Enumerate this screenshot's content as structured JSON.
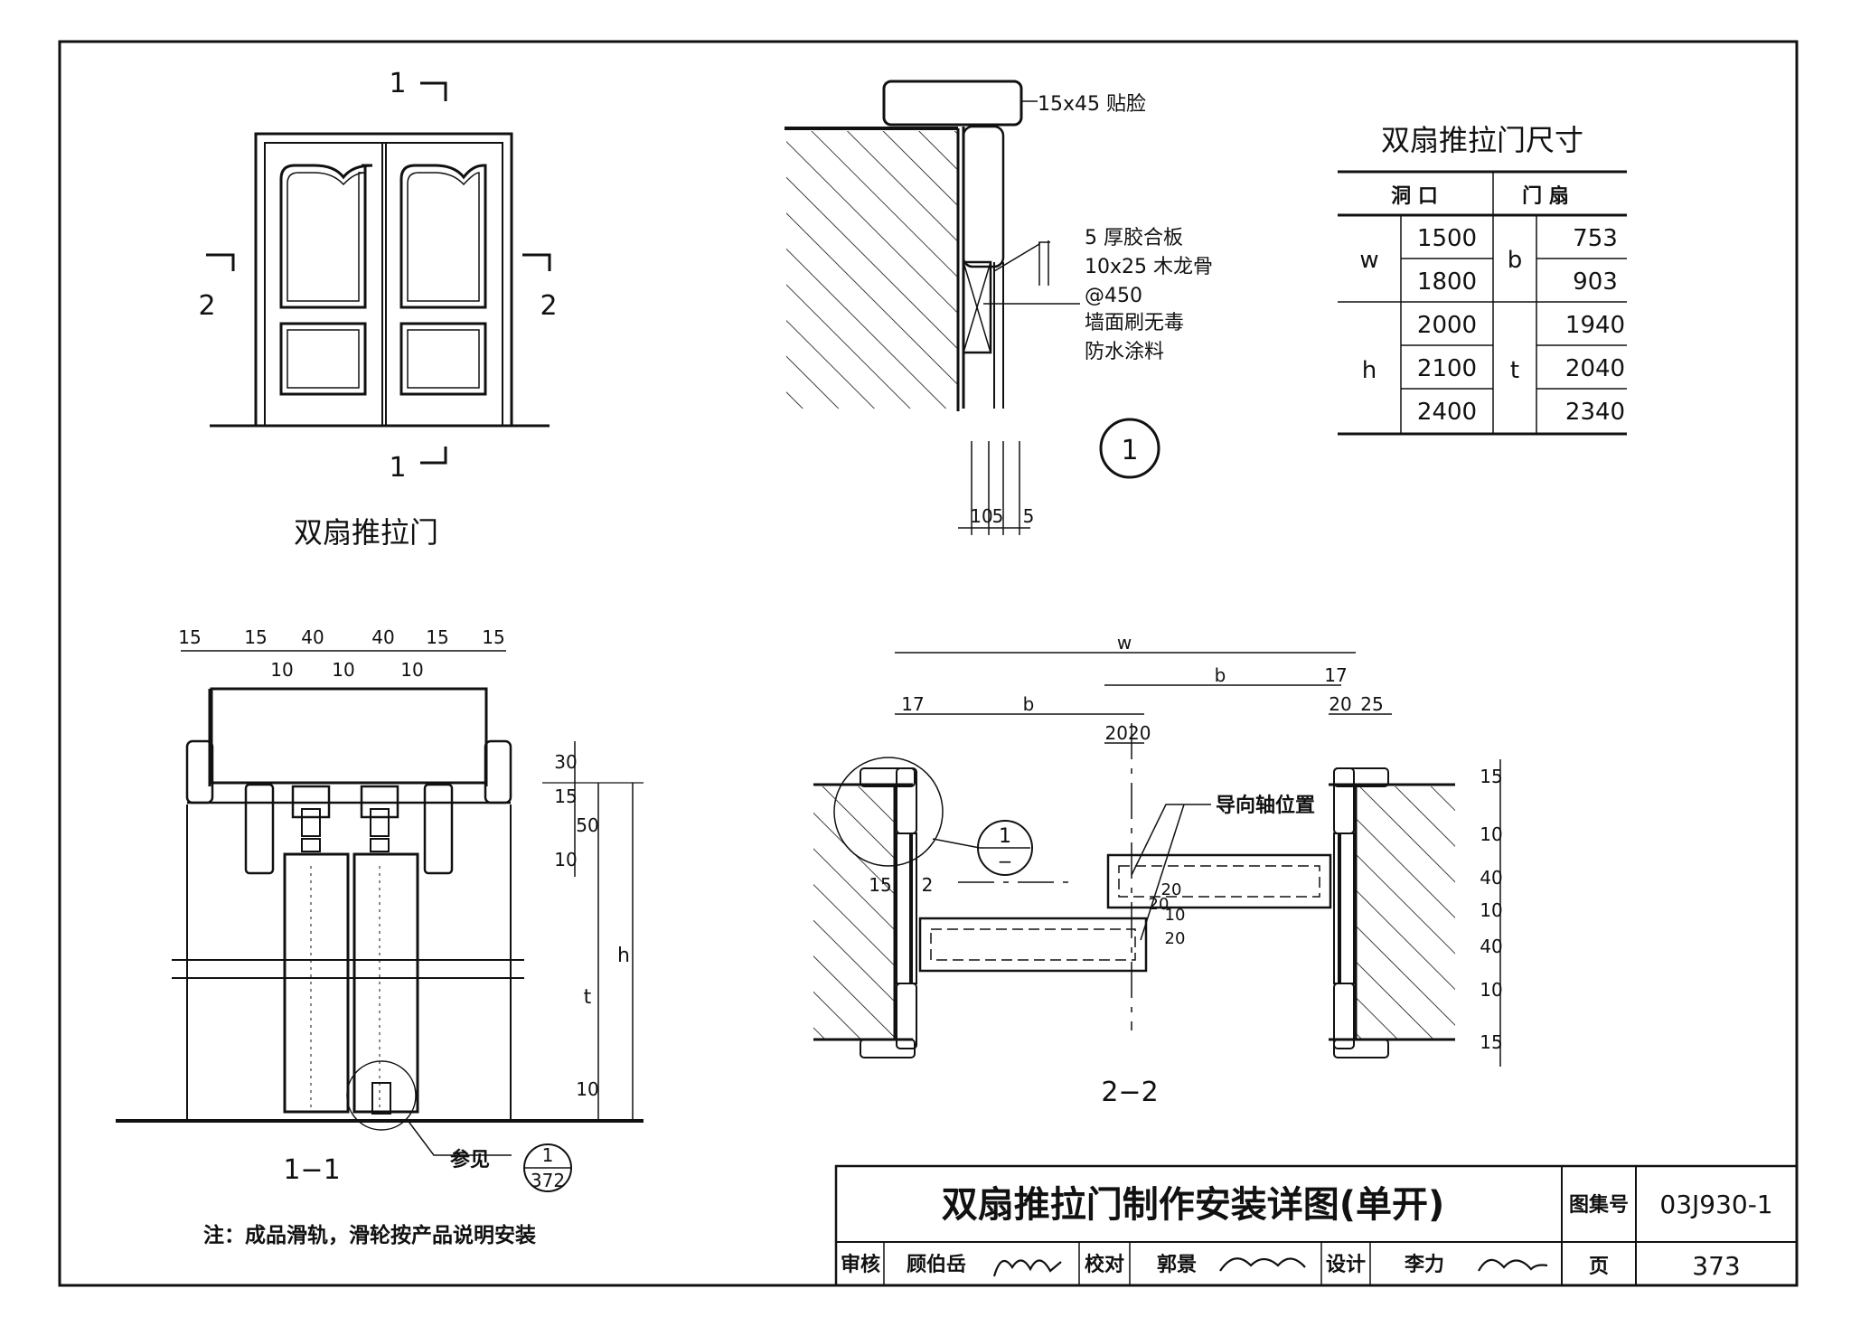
{
  "elevation": {
    "caption": "双扇推拉门",
    "section_mark_1_top": "1",
    "section_mark_1_bottom": "1",
    "section_mark_2_left": "2",
    "section_mark_2_right": "2"
  },
  "detail1": {
    "label_trim": "15x45 贴脸",
    "label_ply": "5 厚胶合板",
    "label_keel": "10x25 木龙骨",
    "label_keel_spacing": "@450",
    "label_paint_1": "墙面刷无毒",
    "label_paint_2": "防水涂料",
    "marker": "1",
    "dims": [
      "10",
      "5",
      "5"
    ]
  },
  "size_table": {
    "title": "双扇推拉门尺寸",
    "headers": [
      "洞 口",
      "门 扇"
    ],
    "rows": [
      {
        "sym": "w",
        "open": "1500",
        "lsym": "b",
        "leaf": "753"
      },
      {
        "sym": "",
        "open": "1800",
        "lsym": "",
        "leaf": "903"
      },
      {
        "sym": "h",
        "open": "2000",
        "lsym": "t",
        "leaf": "1940"
      },
      {
        "sym": "",
        "open": "2100",
        "lsym": "",
        "leaf": "2040"
      },
      {
        "sym": "",
        "open": "2400",
        "lsym": "",
        "leaf": "2340"
      }
    ]
  },
  "section11": {
    "caption": "1−1",
    "top_dims_upper": [
      "15",
      "15",
      "40",
      "40",
      "15",
      "15"
    ],
    "top_dims_lower": [
      "10",
      "10",
      "10"
    ],
    "right_dims": [
      "30",
      "15",
      "50",
      "10",
      "10"
    ],
    "label_h": "h",
    "label_t": "t",
    "ref_text": "参见",
    "ref_num": "1",
    "ref_page": "372"
  },
  "section22": {
    "caption": "2−2",
    "dim_w": "w",
    "dim_b1": "b",
    "dim_b2": "b",
    "dim_17a": "17",
    "dim_17b": "17",
    "dim_2020": "2020",
    "dim_20": "20",
    "dim_25": "25",
    "label_guide": "导向轴位置",
    "detail_ref_num": "1",
    "detail_ref_den": "−",
    "dim_15": "15",
    "dim_2": "2",
    "dim_20a": "20",
    "dim_20b": "20",
    "dim_10": "10",
    "dim_20c": "20",
    "right_dims": [
      "15",
      "10",
      "40",
      "10",
      "40",
      "10",
      "15"
    ]
  },
  "note": "注：成品滑轨，滑轮按产品说明安装",
  "title_block": {
    "title": "双扇推拉门制作安装详图(单开)",
    "atlas_label": "图集号",
    "atlas_no": "03J930-1",
    "review_label": "审核",
    "reviewer": "顾伯岳",
    "check_label": "校对",
    "checker": "郭景",
    "design_label": "设计",
    "designer": "李力",
    "page_label": "页",
    "page_no": "373"
  }
}
